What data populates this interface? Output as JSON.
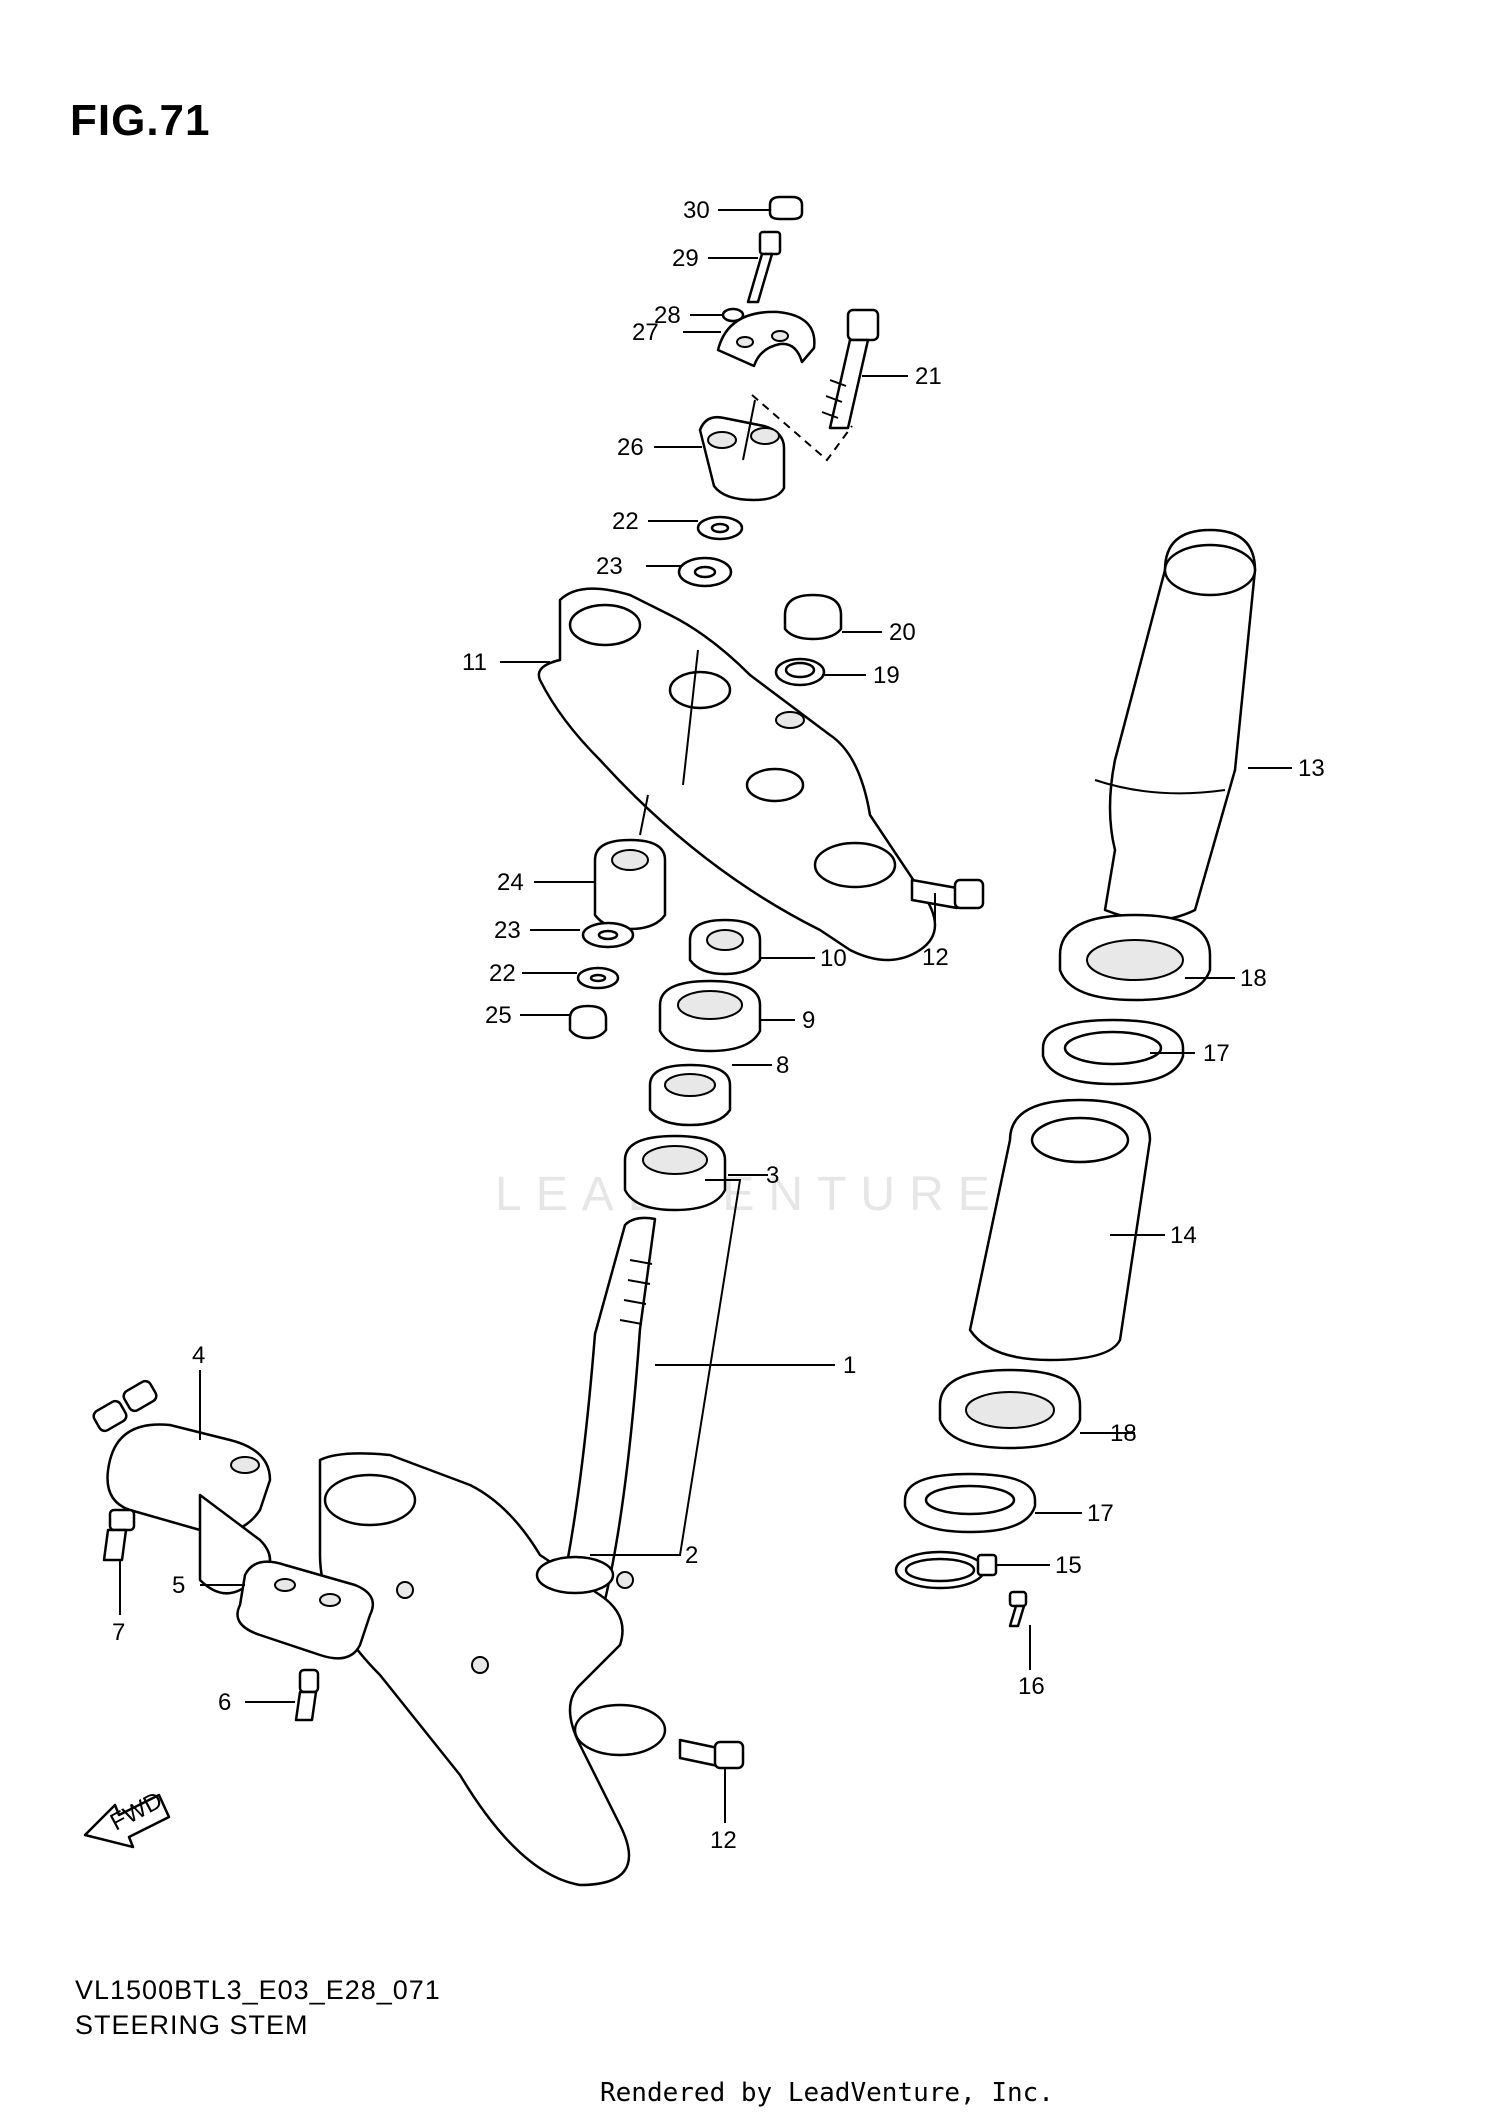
{
  "figure": {
    "title": "FIG.71",
    "model_code": "VL1500BTL3_E03_E28_071",
    "section": "STEERING STEM",
    "credit": "Rendered by LeadVenture, Inc.",
    "watermark": "LEADVENTURE",
    "fwd_label": "FWD"
  },
  "callouts": [
    {
      "id": "30",
      "label": "30"
    },
    {
      "id": "29",
      "label": "29"
    },
    {
      "id": "28",
      "label": "28"
    },
    {
      "id": "27",
      "label": "27"
    },
    {
      "id": "21",
      "label": "21"
    },
    {
      "id": "26",
      "label": "26"
    },
    {
      "id": "22a",
      "label": "22"
    },
    {
      "id": "23a",
      "label": "23"
    },
    {
      "id": "20",
      "label": "20"
    },
    {
      "id": "19",
      "label": "19"
    },
    {
      "id": "11",
      "label": "11"
    },
    {
      "id": "13",
      "label": "13"
    },
    {
      "id": "24",
      "label": "24"
    },
    {
      "id": "12a",
      "label": "12"
    },
    {
      "id": "23b",
      "label": "23"
    },
    {
      "id": "10",
      "label": "10"
    },
    {
      "id": "22b",
      "label": "22"
    },
    {
      "id": "18a",
      "label": "18"
    },
    {
      "id": "25",
      "label": "25"
    },
    {
      "id": "9",
      "label": "9"
    },
    {
      "id": "17a",
      "label": "17"
    },
    {
      "id": "8",
      "label": "8"
    },
    {
      "id": "3",
      "label": "3"
    },
    {
      "id": "14",
      "label": "14"
    },
    {
      "id": "4",
      "label": "4"
    },
    {
      "id": "1",
      "label": "1"
    },
    {
      "id": "18b",
      "label": "18"
    },
    {
      "id": "17b",
      "label": "17"
    },
    {
      "id": "2",
      "label": "2"
    },
    {
      "id": "15",
      "label": "15"
    },
    {
      "id": "5",
      "label": "5"
    },
    {
      "id": "7",
      "label": "7"
    },
    {
      "id": "16",
      "label": "16"
    },
    {
      "id": "6",
      "label": "6"
    },
    {
      "id": "12b",
      "label": "12"
    }
  ]
}
